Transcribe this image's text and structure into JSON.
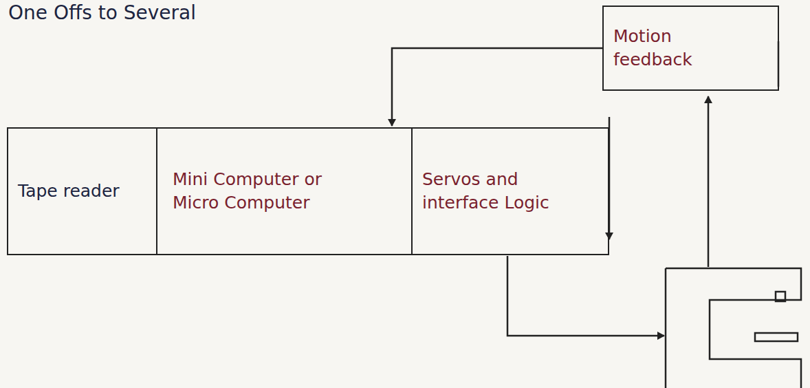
{
  "diagram": {
    "title": "One Offs to Several",
    "nodes": [
      {
        "text": [
          "Tape reader"
        ]
      },
      {
        "text": [
          "Mini Computer or Micro Computer"
        ]
      },
      {
        "text": [
          "Servos and interface Logic"
        ]
      },
      {
        "text": [
          "Motion feedback"
        ]
      }
    ],
    "edges": [
      {
        "from": 3,
        "to": 1,
        "arrow": "to"
      }
    ]
  }
}
